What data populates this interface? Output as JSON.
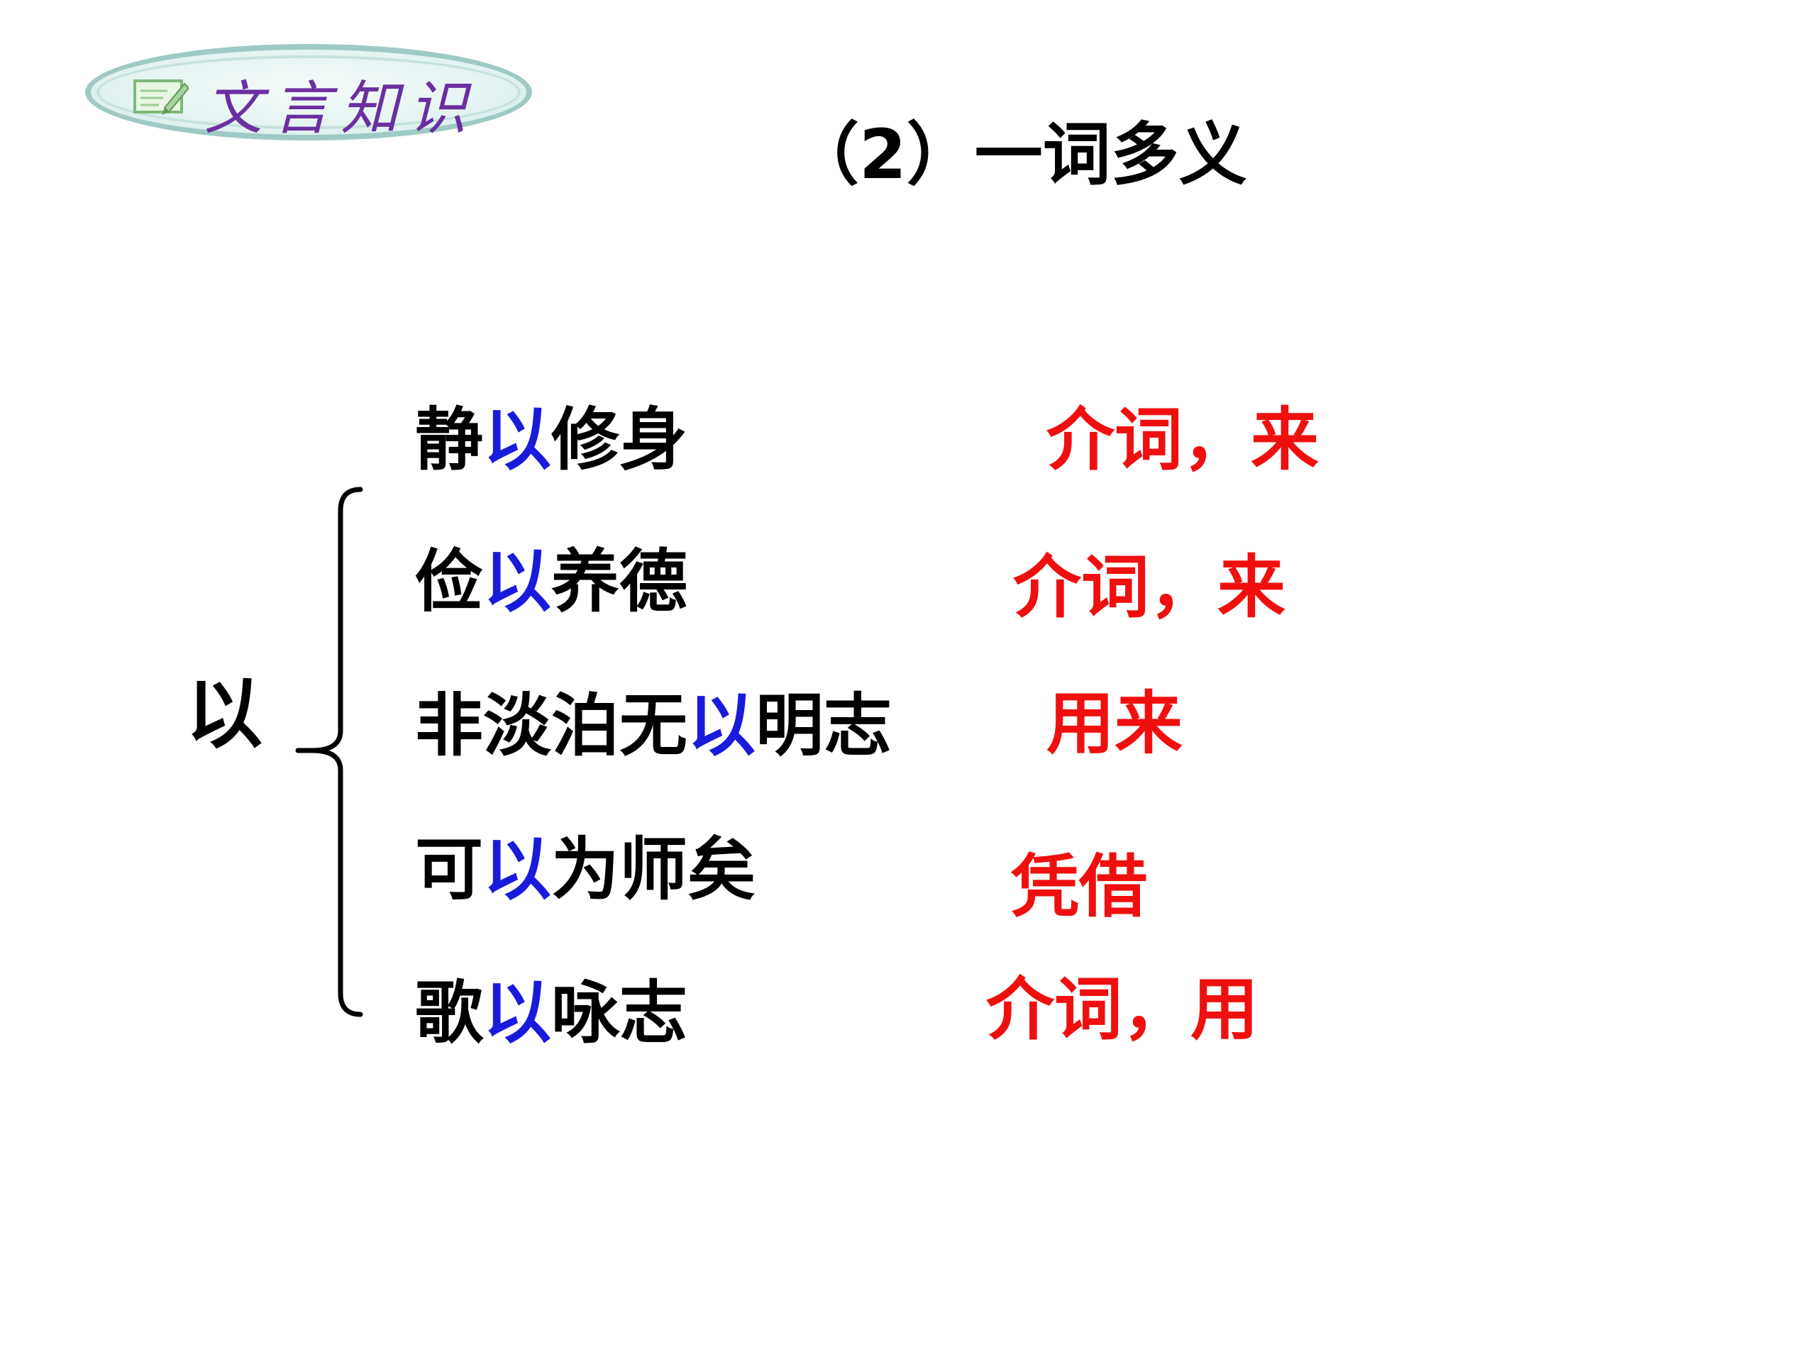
{
  "badge": {
    "title": "文言知识",
    "icon": "pencil-note-icon"
  },
  "heading": "（2）一词多义",
  "keyword": "以",
  "examples": [
    {
      "before": "静",
      "key": "以",
      "after": "修身",
      "meaning": "介词，来"
    },
    {
      "before": "俭",
      "key": "以",
      "after": "养德",
      "meaning": "介词，来"
    },
    {
      "before": "非淡泊无",
      "key": "以",
      "after": "明志",
      "meaning": "用来"
    },
    {
      "before": "可",
      "key": "以",
      "after": "为师矣",
      "meaning": "凭借"
    },
    {
      "before": "歌",
      "key": "以",
      "after": "咏志",
      "meaning": "介词，用"
    }
  ],
  "colors": {
    "keyword_highlight": "#1a1adb",
    "meaning": "#ef0f0f",
    "badge_text": "#6b2fa0"
  }
}
